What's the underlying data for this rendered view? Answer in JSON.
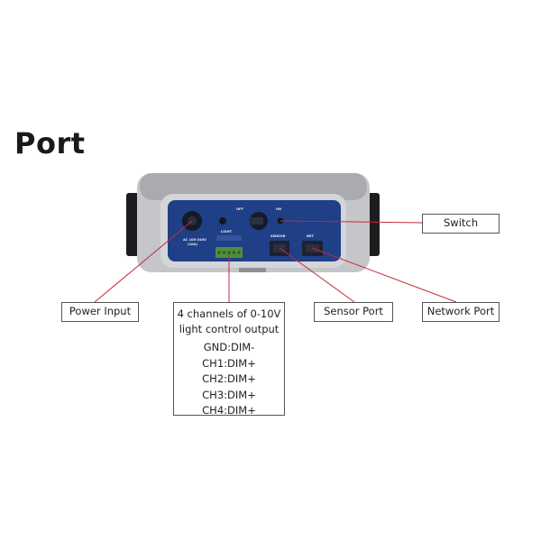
{
  "title": "Port",
  "device_labels": {
    "off": "OFF",
    "on": "ON",
    "power_rating_line1": "AC 100-240V",
    "power_rating_line2": "(10A)",
    "light": "LIGHT",
    "sensor": "SENSOR",
    "net": "NET"
  },
  "callouts": {
    "switch": "Switch",
    "power_input": "Power Input",
    "dimming_title_line1": "4 channels of 0-10V",
    "dimming_title_line2": "light control output",
    "dimming_pins": [
      "GND:DIM-",
      "CH1:DIM+",
      "CH2:DIM+",
      "CH3:DIM+",
      "CH4:DIM+"
    ],
    "sensor_port": "Sensor Port",
    "network_port": "Network Port"
  },
  "colors": {
    "leader_line": "#c8283c",
    "panel": "#1f3f86",
    "body": "#bfc1c4"
  }
}
